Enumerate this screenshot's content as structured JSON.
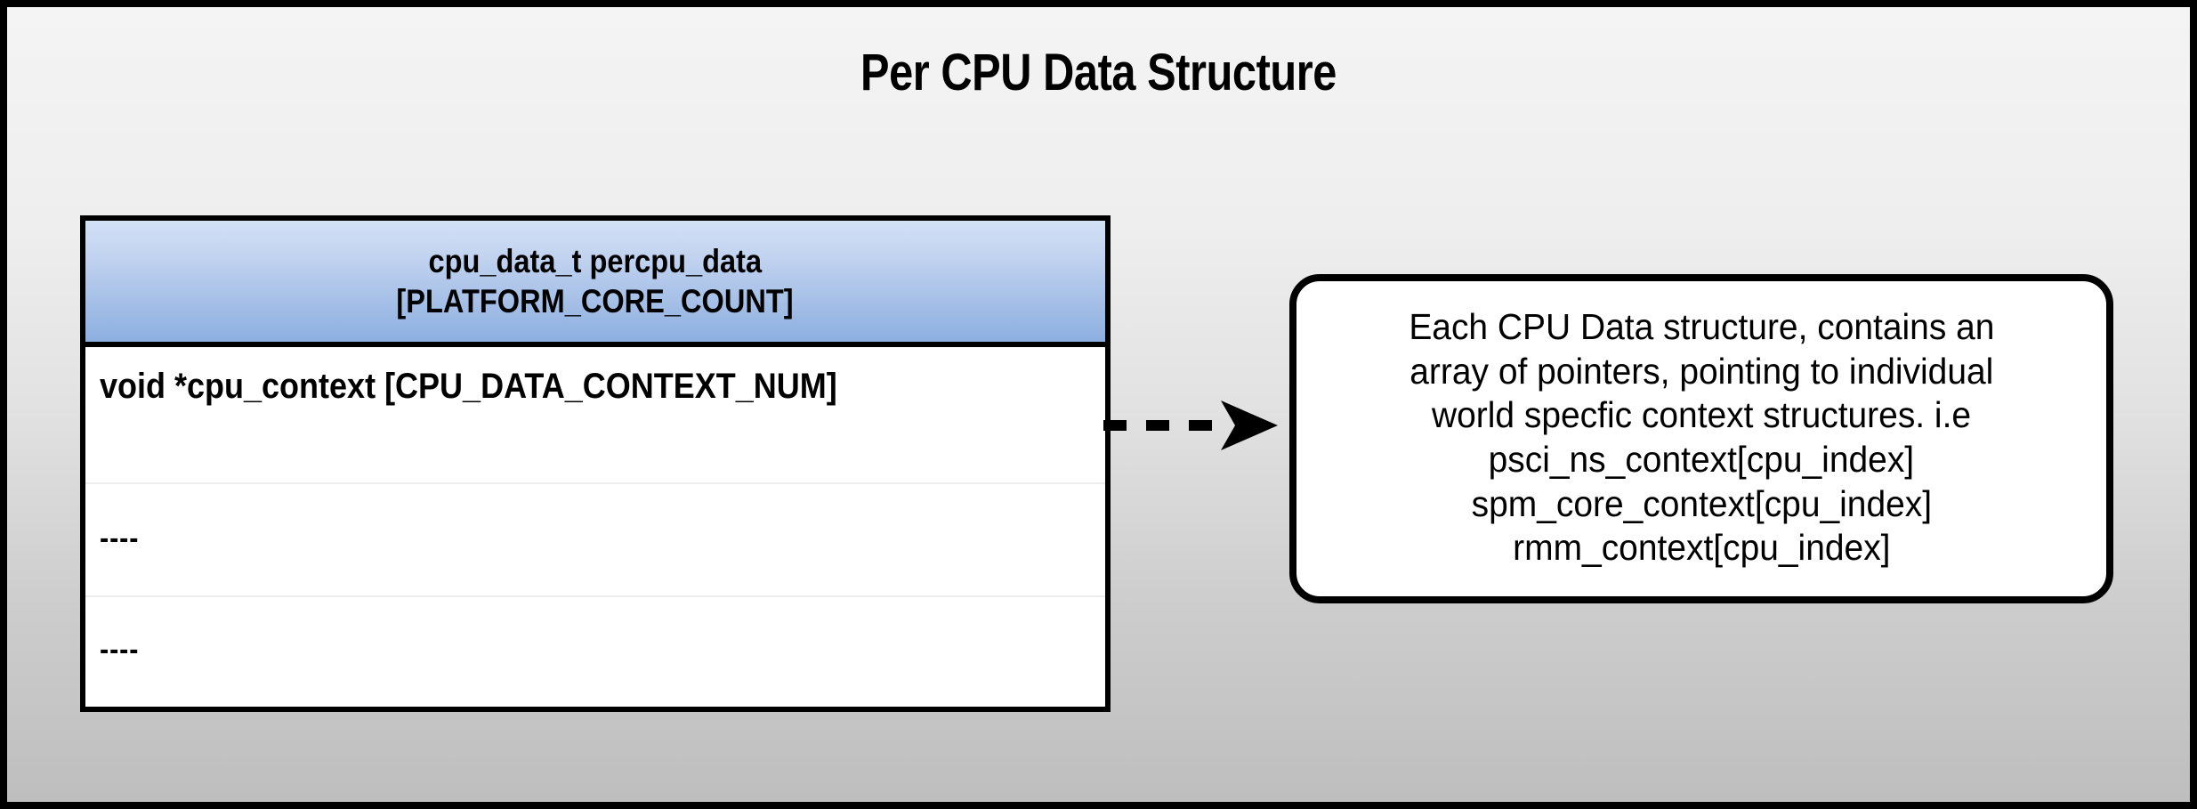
{
  "page": {
    "title": "Per CPU Data Structure",
    "background_top_color": "#f4f4f4",
    "background_bottom_color": "#bebebe",
    "frame_color": "#000000"
  },
  "struct_table": {
    "header": {
      "line1": "cpu_data_t percpu_data",
      "line2": "[PLATFORM_CORE_COUNT]",
      "gradient_top_color": "#d3e1f6",
      "gradient_bottom_color": "#8cafe0",
      "border_color": "#000000"
    },
    "rows": [
      {
        "label": "void *cpu_context [CPU_DATA_CONTEXT_NUM]"
      },
      {
        "label": "----"
      },
      {
        "label": "----"
      }
    ],
    "row_divider_color": "#ededed",
    "body_background_color": "#ffffff"
  },
  "connector": {
    "style": "dashed-arrow",
    "direction": "right",
    "color": "#000000"
  },
  "callout": {
    "lines": [
      "Each CPU Data structure, contains an",
      "array of pointers, pointing to individual",
      "world specfic context structures. i.e",
      "psci_ns_context[cpu_index]",
      "spm_core_context[cpu_index]",
      "rmm_context[cpu_index]"
    ],
    "border_color": "#000000",
    "background_color": "#ffffff"
  }
}
